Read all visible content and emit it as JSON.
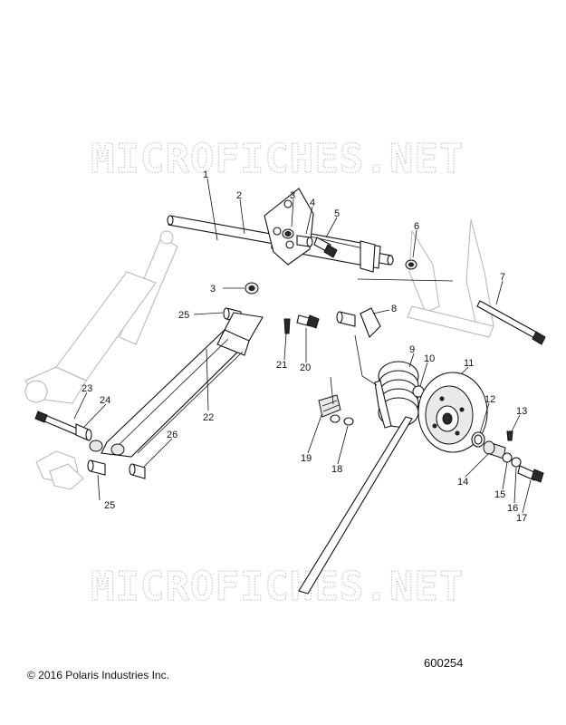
{
  "watermark": {
    "top": "MICROFICHES.NET",
    "bottom": "MICROFICHES.NET"
  },
  "callouts": [
    {
      "id": "c1",
      "text": "1"
    },
    {
      "id": "c2",
      "text": "2"
    },
    {
      "id": "c3a",
      "text": "3"
    },
    {
      "id": "c3b",
      "text": "3"
    },
    {
      "id": "c4",
      "text": "4"
    },
    {
      "id": "c5",
      "text": "5"
    },
    {
      "id": "c6",
      "text": "6"
    },
    {
      "id": "c7",
      "text": "7"
    },
    {
      "id": "c8",
      "text": "8"
    },
    {
      "id": "c9",
      "text": "9"
    },
    {
      "id": "c10",
      "text": "10"
    },
    {
      "id": "c11",
      "text": "11"
    },
    {
      "id": "c12",
      "text": "12"
    },
    {
      "id": "c13",
      "text": "13"
    },
    {
      "id": "c14",
      "text": "14"
    },
    {
      "id": "c15",
      "text": "15"
    },
    {
      "id": "c16",
      "text": "16"
    },
    {
      "id": "c17",
      "text": "17"
    },
    {
      "id": "c18",
      "text": "18"
    },
    {
      "id": "c19",
      "text": "19"
    },
    {
      "id": "c20",
      "text": "20"
    },
    {
      "id": "c21",
      "text": "21"
    },
    {
      "id": "c22",
      "text": "22"
    },
    {
      "id": "c23",
      "text": "23"
    },
    {
      "id": "c24",
      "text": "24"
    },
    {
      "id": "c25a",
      "text": "25"
    },
    {
      "id": "c25b",
      "text": "25"
    },
    {
      "id": "c26",
      "text": "26"
    }
  ],
  "footer": {
    "copyright": "© 2016 Polaris Industries Inc.",
    "figure_number": "600254"
  }
}
